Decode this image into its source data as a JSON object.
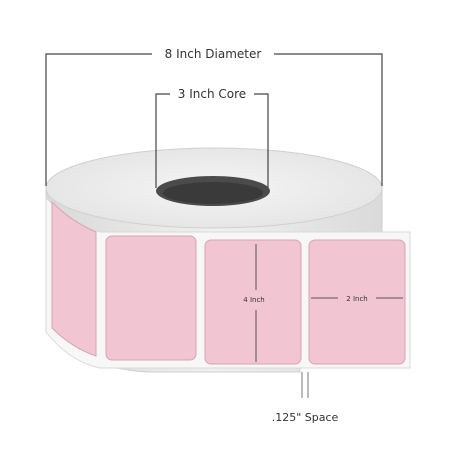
{
  "dimensions": {
    "diameter_label": "8 Inch Diameter",
    "core_label": "3 Inch Core",
    "label_height": "4 Inch",
    "label_width": "2 Inch",
    "gap_label": ".125\" Space"
  },
  "colors": {
    "label_fill": "#f1c6d2",
    "label_stroke": "#d9a3b2",
    "roll_face": "#ececec",
    "roll_body": "#e7e7e7",
    "core_hole": "#4b4b4b",
    "line": "#444444"
  }
}
